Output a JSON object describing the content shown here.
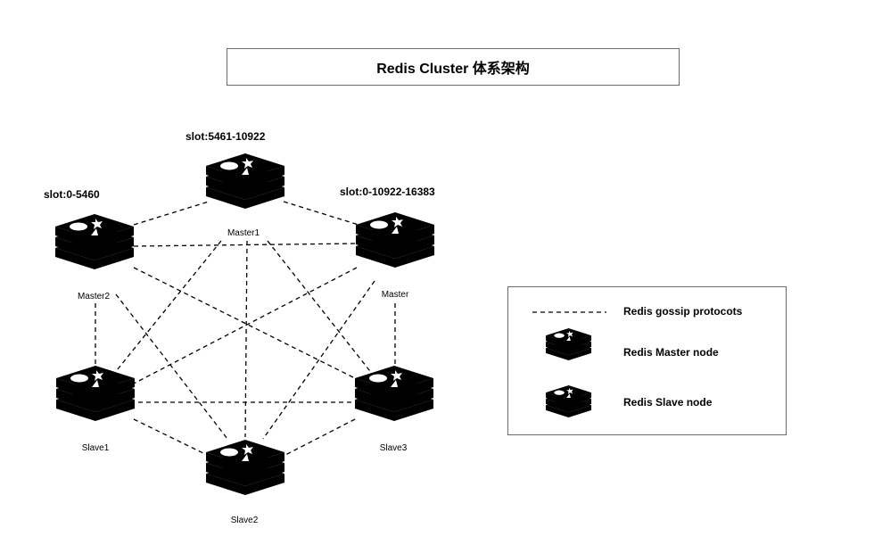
{
  "title": "Redis Cluster 体系架构",
  "slots": {
    "master1": "slot:5461-10922",
    "master2": "slot:0-5460",
    "master3": "slot:0-10922-16383"
  },
  "nodes": {
    "master1": "Master1",
    "master2": "Master2",
    "master3": "Master",
    "slave1": "Slave1",
    "slave2": "Slave2",
    "slave3": "Slave3"
  },
  "legend": {
    "gossip": "Redis gossip protocots",
    "master": "Redis Master node",
    "slave": "Redis Slave node"
  },
  "colors": {
    "master": "#d82c20",
    "slave": "#4a4a4a"
  }
}
